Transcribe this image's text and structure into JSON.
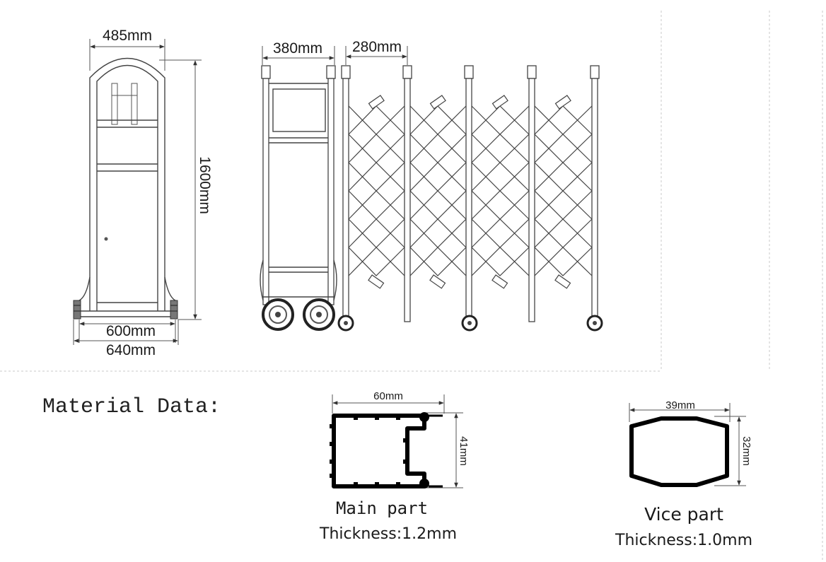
{
  "drawing": {
    "front_view": {
      "top_width": "485mm",
      "height": "1600mm",
      "bottom_width_inner": "600mm",
      "bottom_width_outer": "640mm"
    },
    "side_view": {
      "head_width": "380mm",
      "section_width": "280mm"
    }
  },
  "material": {
    "heading": "Material Data:",
    "main_part": {
      "width": "60mm",
      "height": "41mm",
      "name": "Main part",
      "thickness": "Thickness:1.2mm"
    },
    "vice_part": {
      "width": "39mm",
      "height": "32mm",
      "name": "Vice part",
      "thickness": "Thickness:1.0mm"
    }
  }
}
